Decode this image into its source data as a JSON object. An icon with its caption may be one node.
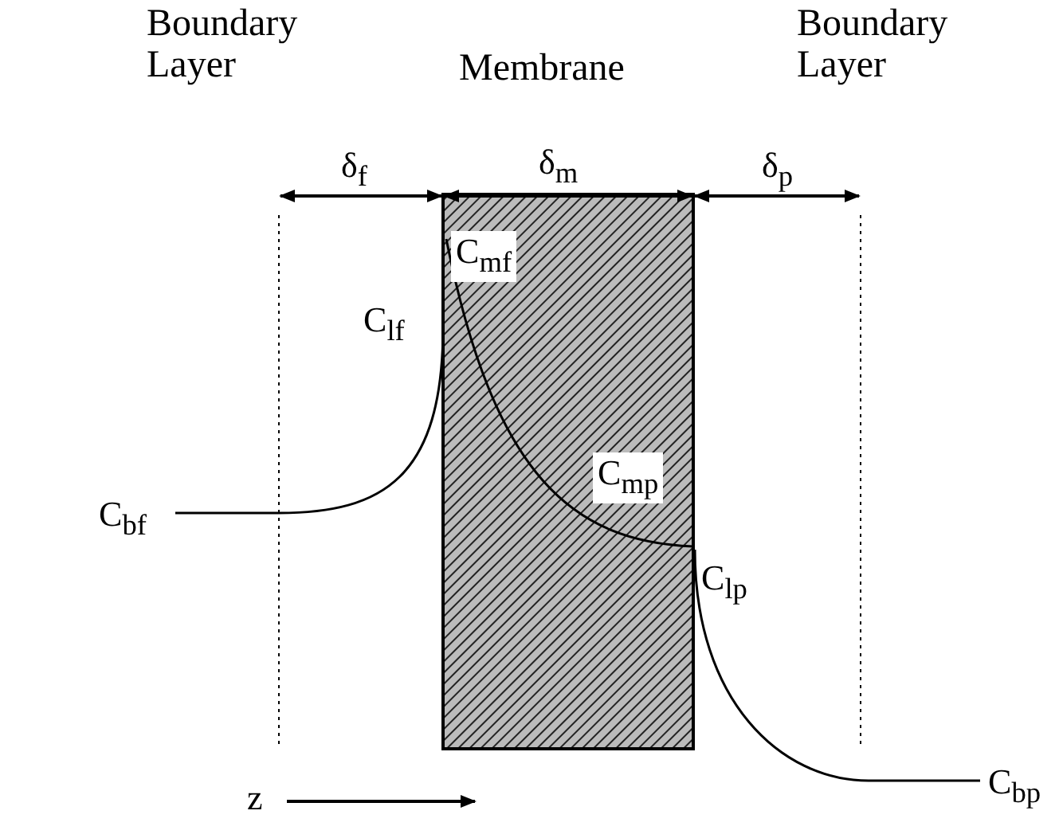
{
  "diagram": {
    "labels": [
      "Boundary Layer",
      "Membrane",
      "Boundary Layer",
      "δ$_{f}$",
      "δ$_{m}$",
      "δ$_{p}$",
      "C$_{mf}$",
      "C$_{lf}$",
      "C$_{mp}$",
      "C$_{bf}$",
      "C$_{lp}$",
      "C$_{bp}$",
      "z"
    ]
  }
}
